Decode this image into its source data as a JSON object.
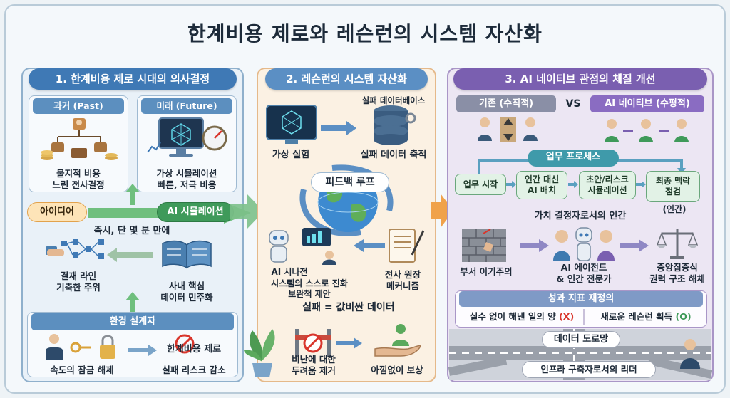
{
  "title": "한계비용 제로와 레슨런의 시스템 자산화",
  "panel1": {
    "title": "1. 한계비용 제로 시대의 의사결정",
    "past_label": "과거 (Past)",
    "future_label": "미래 (Future)",
    "past_line1": "물지적 비용",
    "past_line2": "느린 전사결정",
    "future_line1": "가상 시뮬레이션",
    "future_line2": "빠른, 저극 비용",
    "idea": "아이디어",
    "ai_sim": "AI 시뮬레이션",
    "instant": "즉시, 단 몇 분 만에",
    "approval_line1": "결재 라인",
    "approval_line2": "기축한 주위",
    "democratize_line1": "사내 핵심",
    "democratize_line2": "데이터 민주화",
    "env_title": "환경 설계자",
    "unlock": "속도의 잠금 해제",
    "zero_cost": "한계비용 제로",
    "risk_down": "실패 리스크 감소"
  },
  "panel2": {
    "title": "2. 레슨런의 시스템 자산화",
    "failure_db": "실패 데이터베이스",
    "virtual_exp": "가상 실험",
    "failure_accum": "실패 데이터 축적",
    "feedback_loop": "피드백 루프",
    "ai_assistant": "AI 시나전트",
    "self_evolve_line1": "시스템의 스스로 진화",
    "self_evolve_line2": "보완책 제안",
    "mechanism_line1": "전사 원장",
    "mechanism_line2": "메커니즘",
    "failure_value": "실패 = 값비싼 데이터",
    "fear_line1": "비난에 대한",
    "fear_line2": "두려움 제거",
    "reward": "아낌없이 보상"
  },
  "panel3": {
    "title": "3. AI 네이티브 관점의 체질 개선",
    "legacy": "기존 (수직적)",
    "vs": "VS",
    "native": "AI 네이티브 (수평적)",
    "process": "업무 프로세스",
    "step1": "업무 시작",
    "step2_line1": "인간 대신",
    "step2_line2": "AI 배치",
    "step3_line1": "초안/리스크",
    "step3_line2": "시뮬레이션",
    "step4_line1": "최종 맥락",
    "step4_line2": "점검",
    "human_tag": "(인간)",
    "human_value": "가치 결정자로서의 인간",
    "silo": "부서 이기주의",
    "agent_line1": "AI 에이전트",
    "agent_line2": "& 인간 전문가",
    "central_line1": "중앙집중식",
    "central_line2": "권력 구조 해체",
    "kpi_title": "성과 지표 재정의",
    "kpi_old": "실수 없이 해낸 일의 양",
    "kpi_old_mark": "(X)",
    "kpi_new": "새로운 레슨런 획득",
    "kpi_new_mark": "(O)",
    "data_road": "데이터 도로망",
    "leader": "인프라 구축자로서의 리더"
  },
  "colors": {
    "panel1": "#3f79b5",
    "panel2": "#5b8fc4",
    "panel3": "#7a5fb0",
    "green": "#3f9a5a",
    "orange": "#f0a24a",
    "red": "#d9362c"
  }
}
